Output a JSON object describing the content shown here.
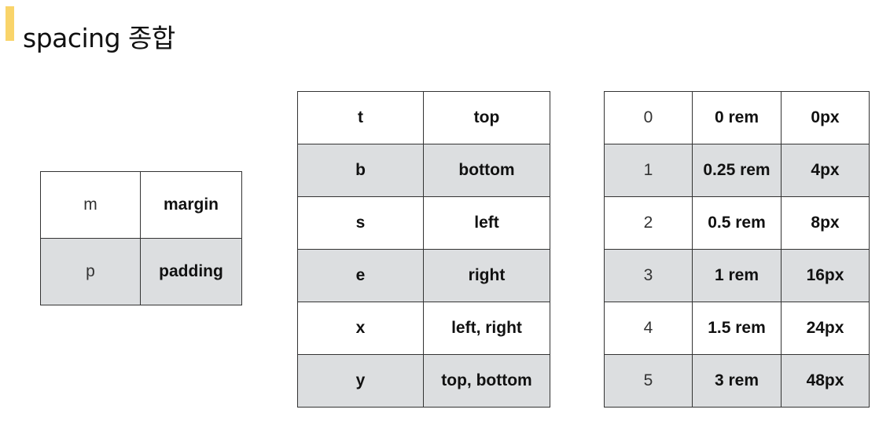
{
  "title": "spacing 종합",
  "accent_color": "#f9d46a",
  "row_shade_color": "#dcdee0",
  "property_table": [
    {
      "abbr": "m",
      "meaning": "margin"
    },
    {
      "abbr": "p",
      "meaning": "padding"
    }
  ],
  "side_table": [
    {
      "abbr": "t",
      "meaning": "top"
    },
    {
      "abbr": "b",
      "meaning": "bottom"
    },
    {
      "abbr": "s",
      "meaning": "left"
    },
    {
      "abbr": "e",
      "meaning": "right"
    },
    {
      "abbr": "x",
      "meaning": "left, right"
    },
    {
      "abbr": "y",
      "meaning": "top, bottom"
    }
  ],
  "size_table": [
    {
      "level": "0",
      "rem": "0 rem",
      "px": "0px"
    },
    {
      "level": "1",
      "rem": "0.25 rem",
      "px": "4px"
    },
    {
      "level": "2",
      "rem": "0.5 rem",
      "px": "8px"
    },
    {
      "level": "3",
      "rem": "1 rem",
      "px": "16px"
    },
    {
      "level": "4",
      "rem": "1.5 rem",
      "px": "24px"
    },
    {
      "level": "5",
      "rem": "3 rem",
      "px": "48px"
    }
  ]
}
